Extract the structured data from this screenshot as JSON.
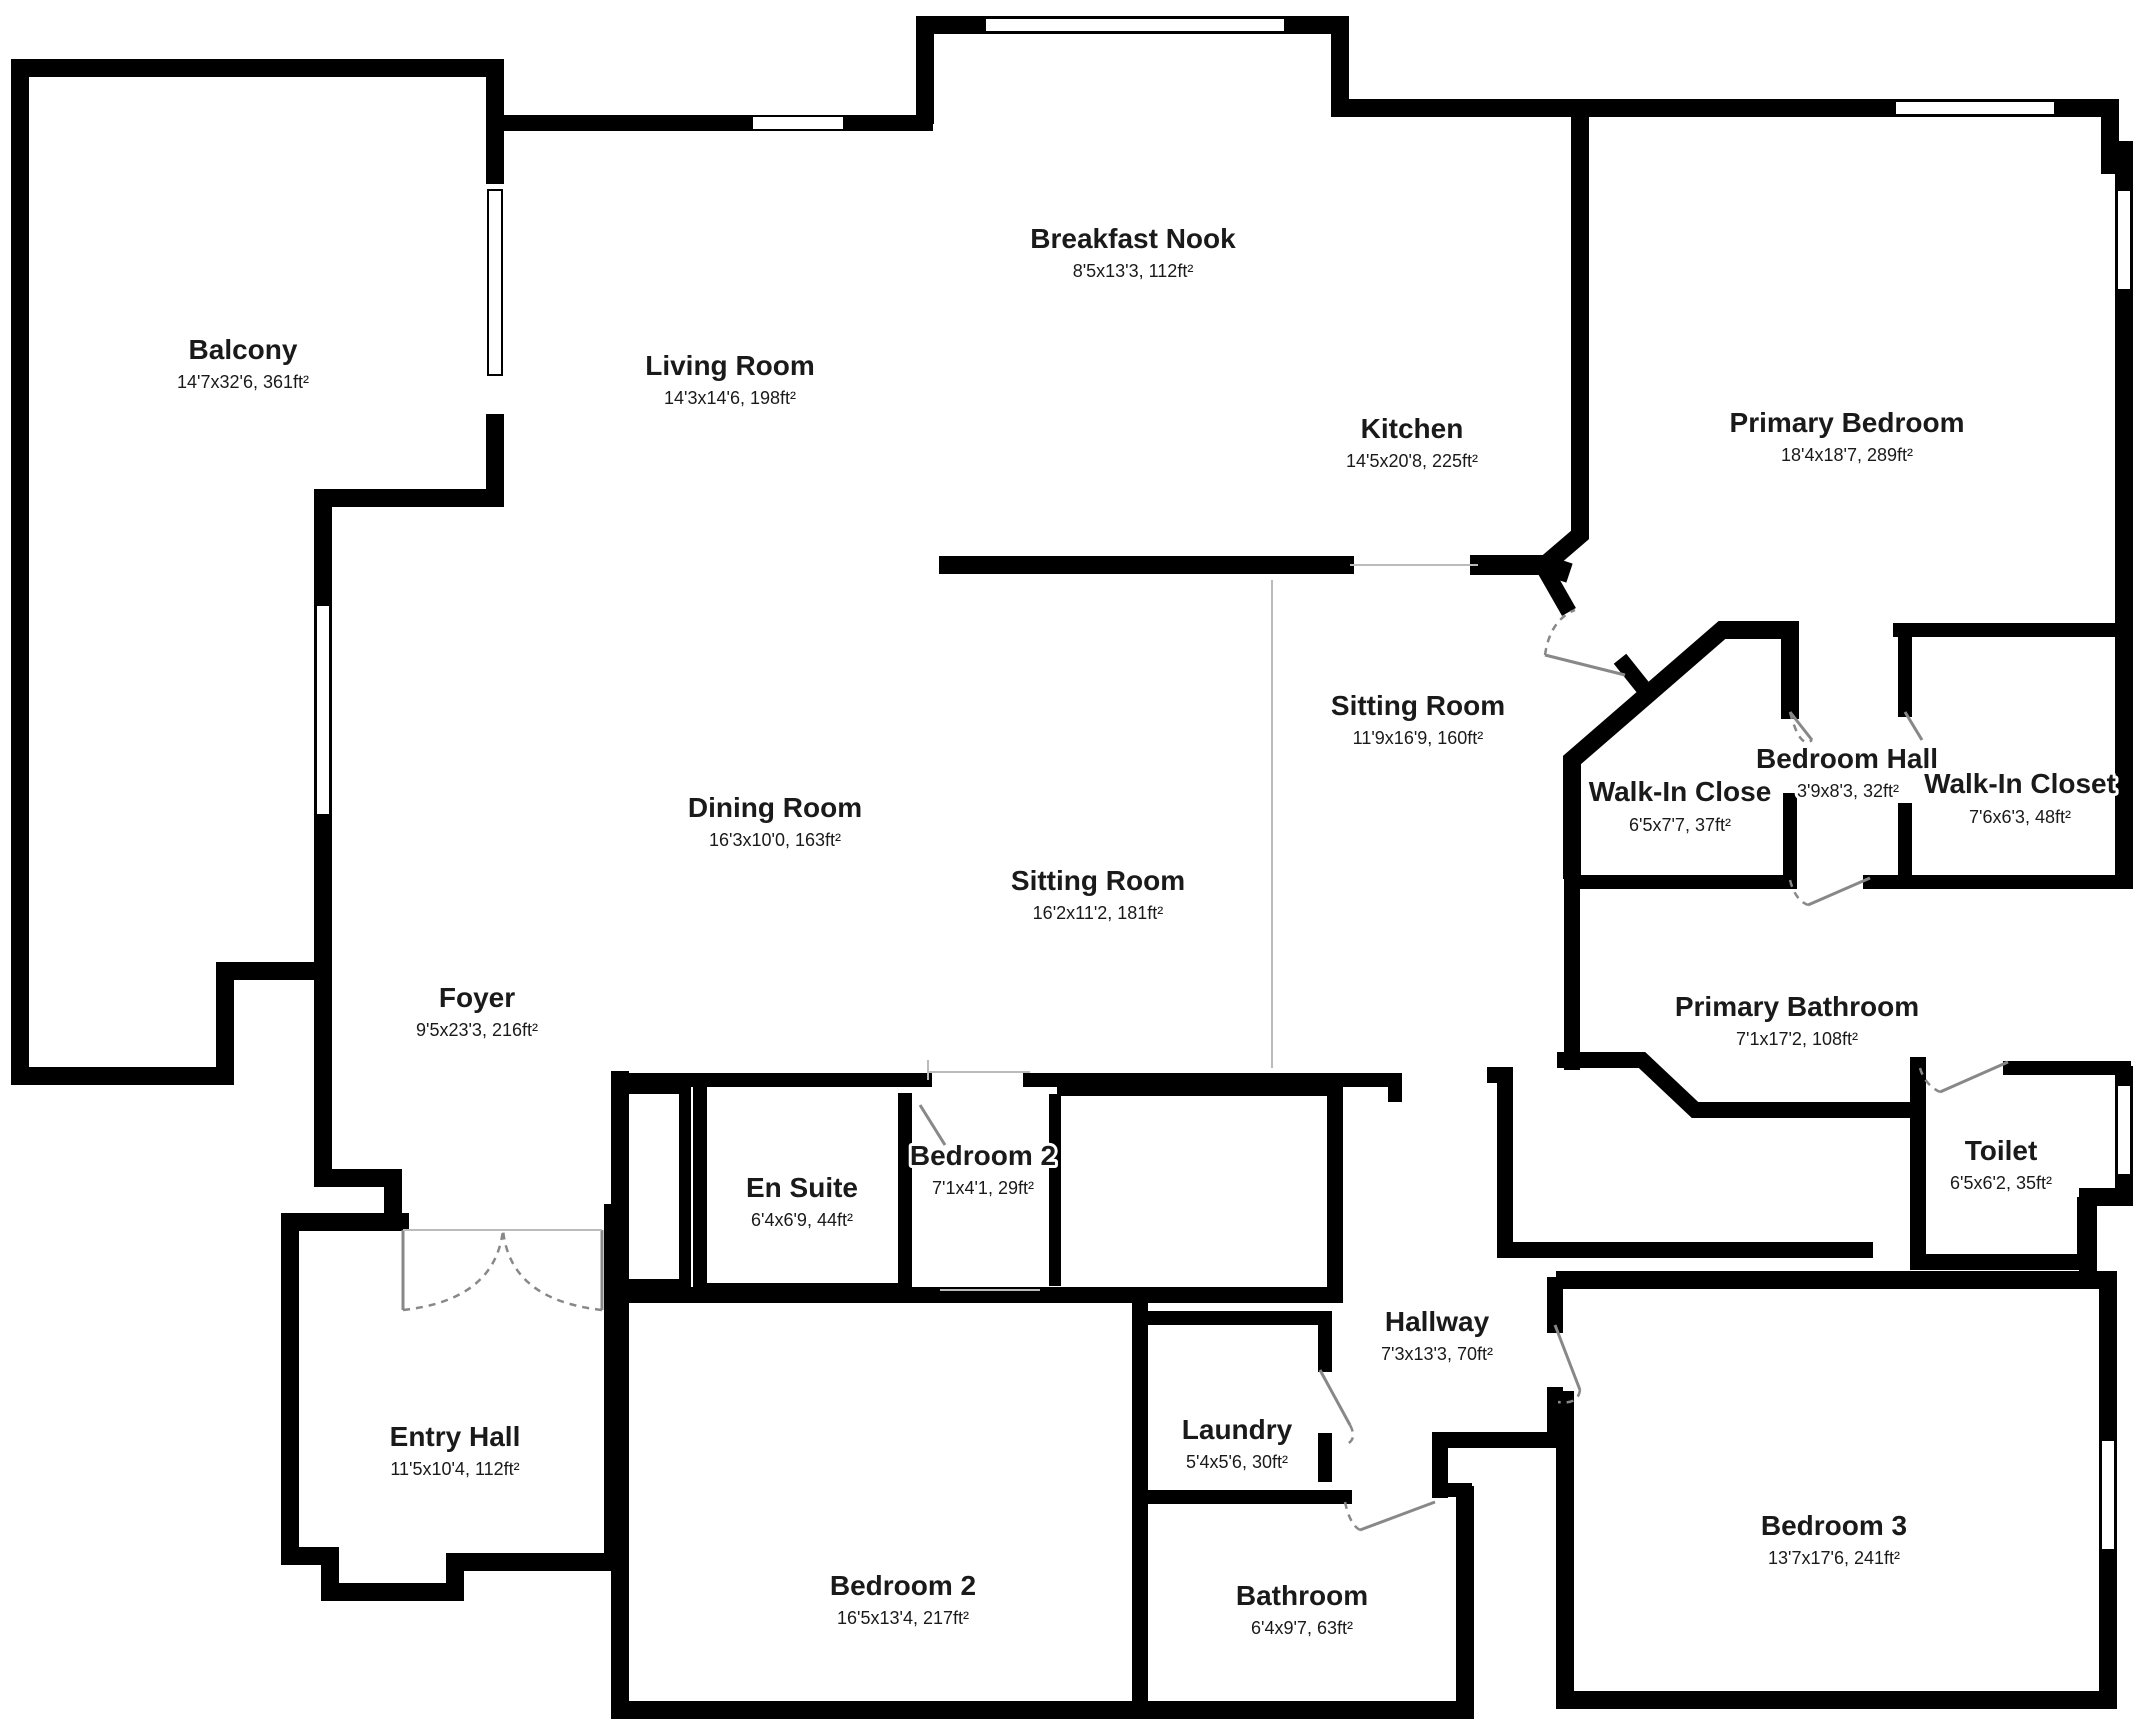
{
  "floorplan": {
    "rooms": [
      {
        "id": "balcony",
        "name": "Balcony",
        "dims": "14'7x32'6, 361ft²"
      },
      {
        "id": "living-room",
        "name": "Living Room",
        "dims": "14'3x14'6, 198ft²"
      },
      {
        "id": "breakfast-nook",
        "name": "Breakfast Nook",
        "dims": "8'5x13'3, 112ft²"
      },
      {
        "id": "kitchen",
        "name": "Kitchen",
        "dims": "14'5x20'8, 225ft²"
      },
      {
        "id": "primary-bedroom",
        "name": "Primary Bedroom",
        "dims": "18'4x18'7, 289ft²"
      },
      {
        "id": "sitting-room-east",
        "name": "Sitting Room",
        "dims": "11'9x16'9, 160ft²"
      },
      {
        "id": "bedroom-hall",
        "name": "Bedroom Hall",
        "dims": "3'9x8'3, 32ft²"
      },
      {
        "id": "walk-in-closet-west",
        "name": "Walk-In Close",
        "dims": "6'5x7'7, 37ft²"
      },
      {
        "id": "walk-in-closet-east",
        "name": "Walk-In Closet",
        "dims": "7'6x6'3, 48ft²"
      },
      {
        "id": "dining-room",
        "name": "Dining Room",
        "dims": "16'3x10'0, 163ft²"
      },
      {
        "id": "sitting-room-central",
        "name": "Sitting Room",
        "dims": "16'2x11'2, 181ft²"
      },
      {
        "id": "foyer",
        "name": "Foyer",
        "dims": "9'5x23'3, 216ft²"
      },
      {
        "id": "primary-bathroom",
        "name": "Primary Bathroom",
        "dims": "7'1x17'2, 108ft²"
      },
      {
        "id": "en-suite",
        "name": "En Suite",
        "dims": "6'4x6'9, 44ft²"
      },
      {
        "id": "bedroom-2-closet",
        "name": "Bedroom 2",
        "dims": "7'1x4'1, 29ft²"
      },
      {
        "id": "toilet",
        "name": "Toilet",
        "dims": "6'5x6'2, 35ft²"
      },
      {
        "id": "hallway",
        "name": "Hallway",
        "dims": "7'3x13'3, 70ft²"
      },
      {
        "id": "entry-hall",
        "name": "Entry Hall",
        "dims": "11'5x10'4, 112ft²"
      },
      {
        "id": "laundry",
        "name": "Laundry",
        "dims": "5'4x5'6, 30ft²"
      },
      {
        "id": "bedroom-3",
        "name": "Bedroom 3",
        "dims": "13'7x17'6, 241ft²"
      },
      {
        "id": "bedroom-2",
        "name": "Bedroom 2",
        "dims": "16'5x13'4, 217ft²"
      },
      {
        "id": "bathroom",
        "name": "Bathroom",
        "dims": "6'4x9'7, 63ft²"
      }
    ]
  }
}
